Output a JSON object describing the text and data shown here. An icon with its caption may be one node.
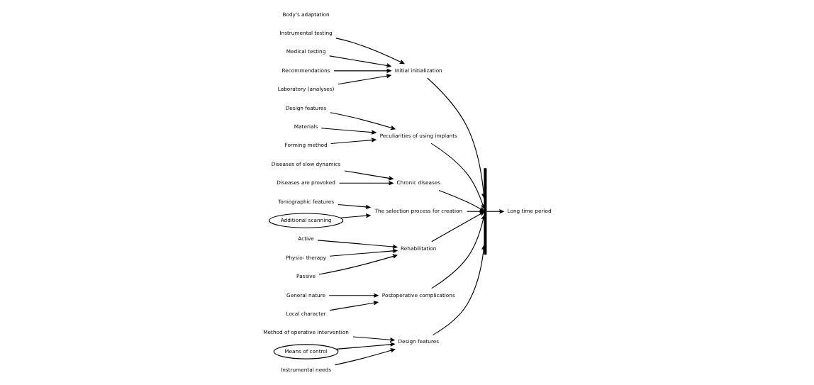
{
  "diagram": {
    "nodes": [
      {
        "text": [
          "Design features"
        ]
      },
      {
        "text": [
          "Method of operative intervention"
        ]
      },
      {
        "text": [
          "Initial initialization"
        ]
      },
      {
        "text": [
          "Instrumental testing"
        ]
      },
      {
        "text": [
          "Peculiarities of using implants"
        ]
      },
      {
        "text": [
          "Design features"
        ]
      },
      {
        "text": [
          "Materials"
        ]
      },
      {
        "text": [
          "Chronic diseases"
        ]
      },
      {
        "text": [
          "Means of control"
        ]
      },
      {
        "text": [
          "Instrumental needs"
        ]
      },
      {
        "text": [
          "Forming method"
        ]
      },
      {
        "text": [
          "Medical testing"
        ]
      },
      {
        "text": [
          "Diseases of slow dynamics"
        ]
      },
      {
        "text": [
          "Recommendations"
        ]
      },
      {
        "text": [
          "Diseases are provoked"
        ]
      },
      {
        "text": [
          "Laboratory (analyses)"
        ]
      },
      {
        "text": [],
        "shape": "bar"
      },
      {
        "text": [
          "Long time period"
        ]
      },
      {
        "text": [
          "Active"
        ]
      },
      {
        "text": [
          "Tomographic features"
        ]
      },
      {
        "text": [
          "Physio- therapy"
        ]
      },
      {
        "text": [
          "Additional scanning"
        ]
      },
      {
        "text": [
          "Passive"
        ]
      },
      {
        "text": [
          "General nature"
        ]
      },
      {
        "text": [
          "Local character"
        ]
      },
      {
        "text": [
          "The selection process for creation"
        ]
      },
      {
        "text": [
          "Rehabilitation"
        ]
      },
      {
        "text": [
          "Postoperative complications"
        ]
      }
    ],
    "edges": [
      {
        "from": 3,
        "to": 2,
        "arrow": "to"
      },
      {
        "from": 11,
        "to": 2,
        "arrow": "to"
      },
      {
        "from": 15,
        "to": 2,
        "arrow": "to"
      },
      {
        "from": 13,
        "to": 2,
        "arrow": "to"
      },
      {
        "from": 1,
        "to": 0,
        "arrow": "to"
      },
      {
        "from": 8,
        "to": 0,
        "arrow": "to"
      },
      {
        "from": 9,
        "to": 0,
        "arrow": "to"
      },
      {
        "from": 5,
        "to": 4,
        "arrow": "to"
      },
      {
        "from": 6,
        "to": 4,
        "arrow": "to"
      },
      {
        "from": 10,
        "to": 4,
        "arrow": "to"
      },
      {
        "from": 12,
        "to": 7,
        "arrow": "to"
      },
      {
        "from": 14,
        "to": 7,
        "arrow": "to"
      },
      {
        "from": 19,
        "to": 25,
        "arrow": "to"
      },
      {
        "from": 21,
        "to": 25,
        "arrow": "to"
      },
      {
        "from": 18,
        "to": 26,
        "arrow": "to"
      },
      {
        "from": 20,
        "to": 26,
        "arrow": "to"
      },
      {
        "from": 22,
        "to": 26,
        "arrow": "to"
      },
      {
        "from": 23,
        "to": 27,
        "arrow": "to"
      },
      {
        "from": 24,
        "to": 27,
        "arrow": "to"
      },
      {
        "from": 2,
        "to": 16,
        "arrow": "to"
      },
      {
        "from": 0,
        "to": 16,
        "arrow": "to"
      },
      {
        "from": 4,
        "to": 16,
        "arrow": "to"
      },
      {
        "from": 7,
        "to": 16,
        "arrow": "to"
      },
      {
        "from": 25,
        "to": 16,
        "arrow": "to"
      },
      {
        "from": 26,
        "to": 16,
        "arrow": "to"
      },
      {
        "from": 27,
        "to": 16,
        "arrow": "to"
      },
      {
        "from": 16,
        "to": 17,
        "arrow": "to"
      }
    ],
    "labels": [
      "Body's adaptation"
    ]
  }
}
